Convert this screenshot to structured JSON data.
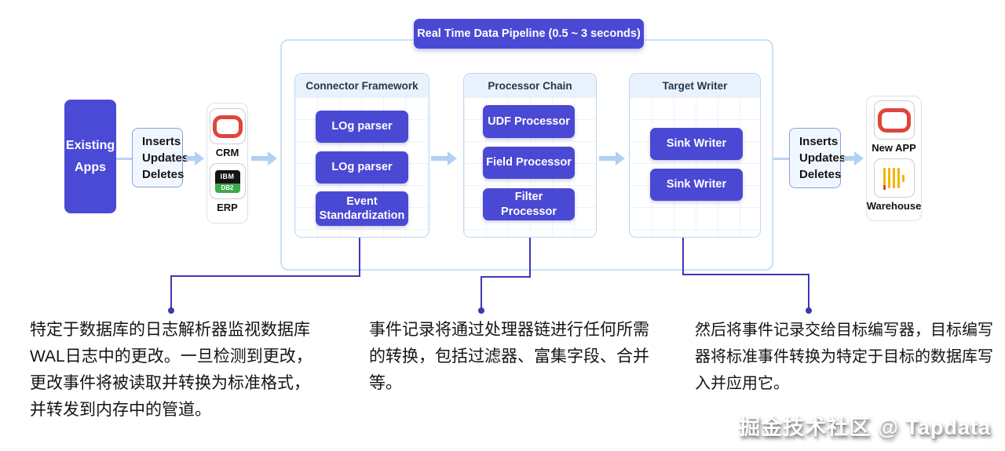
{
  "banner": {
    "label": "Real Time Data Pipeline (0.5 ~ 3 seconds)"
  },
  "source": {
    "existing_apps_label": "Existing Apps",
    "ops": [
      "Inserts",
      "Updates",
      "Deletes"
    ],
    "systems": [
      {
        "label": "CRM",
        "icon": "oracle-logo"
      },
      {
        "label": "ERP",
        "icon": "ibm-db2-logo",
        "icon_text_top": "IBM",
        "icon_text_bottom": "DB2"
      }
    ]
  },
  "pipeline": {
    "panels": [
      {
        "title": "Connector Framework",
        "buttons": [
          "LOg parser",
          "LOg parser",
          "Event Standardization"
        ]
      },
      {
        "title": "Processor Chain",
        "buttons": [
          "UDF Processor",
          "Field Processor",
          "Filter Processor"
        ]
      },
      {
        "title": "Target Writer",
        "buttons": [
          "Sink Writer",
          "Sink Writer"
        ]
      }
    ]
  },
  "target": {
    "ops": [
      "Inserts",
      "Updates",
      "Deletes"
    ],
    "systems": [
      {
        "label": "New APP",
        "icon": "oracle-logo"
      },
      {
        "label": "Warehouse",
        "icon": "clickhouse-logo"
      }
    ]
  },
  "annotations": [
    {
      "lines": [
        "特定于数据库的日志解析器监视数据库",
        "WAL日志中的更改。一旦检测到更改，",
        "更改事件将被读取并转换为标准格式，",
        "并转发到内存中的管道。"
      ]
    },
    {
      "lines": [
        "事件记录将通过处理器链进行任何所需",
        "的转换，包括过滤器、富集字段、合并",
        "等。"
      ]
    },
    {
      "lines": [
        "然后将事件记录交给目标编写器，目标编写",
        "器将标准事件转换为特定于目标的数据库写",
        "入并应用它。"
      ]
    }
  ],
  "watermark": "掘金技术社区 @ Tapdata",
  "colors": {
    "indigo": "#4a49d4",
    "annotation_line": "#3c38b4",
    "light_arrow": "#b2d0f2",
    "container_border": "#cbe1f7",
    "oracle_red": "#e0453b",
    "db2_green": "#3daa4c",
    "clickhouse_amber": "#f2b600"
  }
}
